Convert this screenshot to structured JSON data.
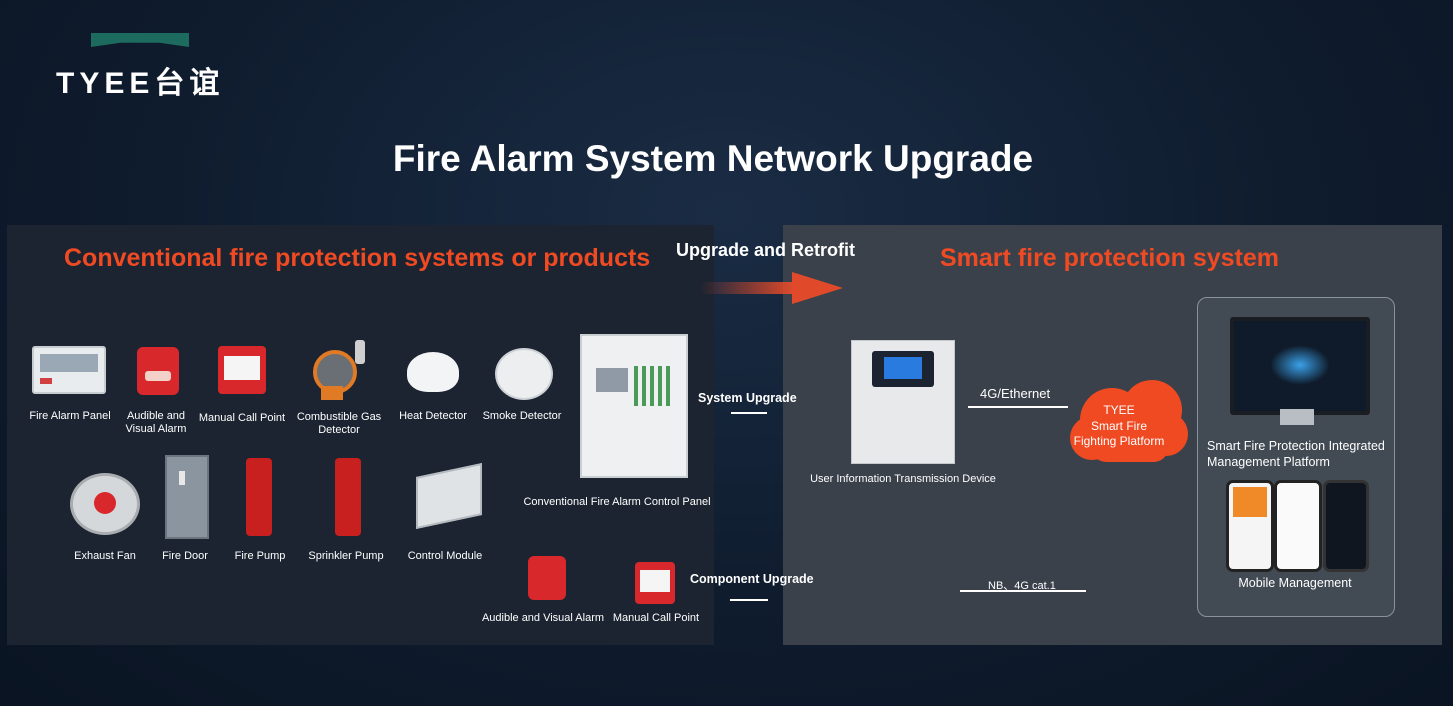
{
  "brand": {
    "name": "TYEE台谊"
  },
  "title": "Fire Alarm System Network Upgrade",
  "left_header": "Conventional fire protection systems or products",
  "right_header": "Smart fire protection system",
  "upgrade_label": "Upgrade and Retrofit",
  "products_row1": [
    "Fire Alarm Panel",
    "Audible and Visual Alarm",
    "Manual Call Point",
    "Combustible Gas Detector",
    "Heat Detector",
    "Smoke Detector"
  ],
  "products_row2": [
    "Exhaust Fan",
    "Fire Door",
    "Fire Pump",
    "Sprinkler Pump",
    "Control Module"
  ],
  "control_panel_label": "Conventional Fire Alarm Control Panel",
  "component_items": [
    "Audible and Visual Alarm",
    "Manual Call Point"
  ],
  "system_upgrade": "System Upgrade",
  "component_upgrade": "Component Upgrade",
  "transmission_device": "User Information Transmission Device",
  "link_4g": "4G/Ethernet",
  "link_nb": "NB、4G cat.1",
  "cloud": {
    "line1": "TYEE",
    "line2": "Smart Fire",
    "line3": "Fighting Platform"
  },
  "platform_title": "Smart Fire Protection Integrated Management Platform",
  "mobile_title": "Mobile Management",
  "colors": {
    "accent": "#f04a23",
    "brand_green": "#1d6b5f"
  }
}
